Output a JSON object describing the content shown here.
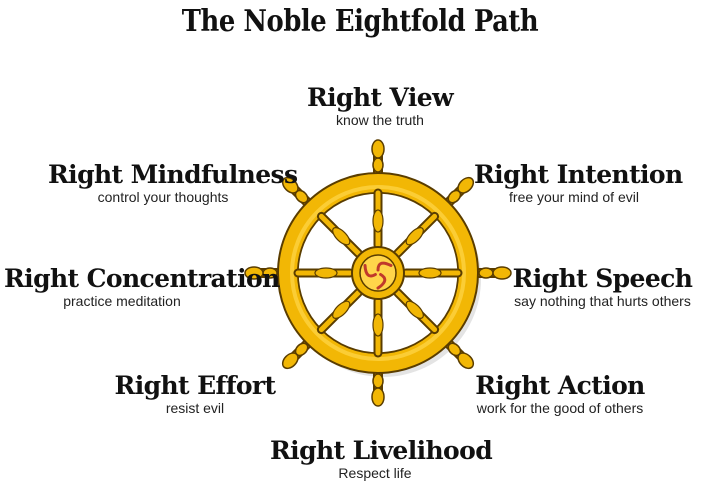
{
  "title": "The Noble Eightfold Path",
  "wheel_icon": "dharma-wheel",
  "colors": {
    "gold": "#F2B705",
    "gold_light": "#FFD54A",
    "outline": "#5a3d00",
    "center_red": "#C0392B"
  },
  "paths": [
    {
      "name": "Right View",
      "desc": "know the truth"
    },
    {
      "name": "Right Intention",
      "desc": "free your mind of evil"
    },
    {
      "name": "Right Speech",
      "desc": "say nothing that hurts others"
    },
    {
      "name": "Right Action",
      "desc": "work for the good of others"
    },
    {
      "name": "Right Livelihood",
      "desc": "Respect life"
    },
    {
      "name": "Right Effort",
      "desc": "resist evil"
    },
    {
      "name": "Right Concentration",
      "desc": "practice meditation"
    },
    {
      "name": "Right Mindfulness",
      "desc": "control your thoughts"
    }
  ]
}
